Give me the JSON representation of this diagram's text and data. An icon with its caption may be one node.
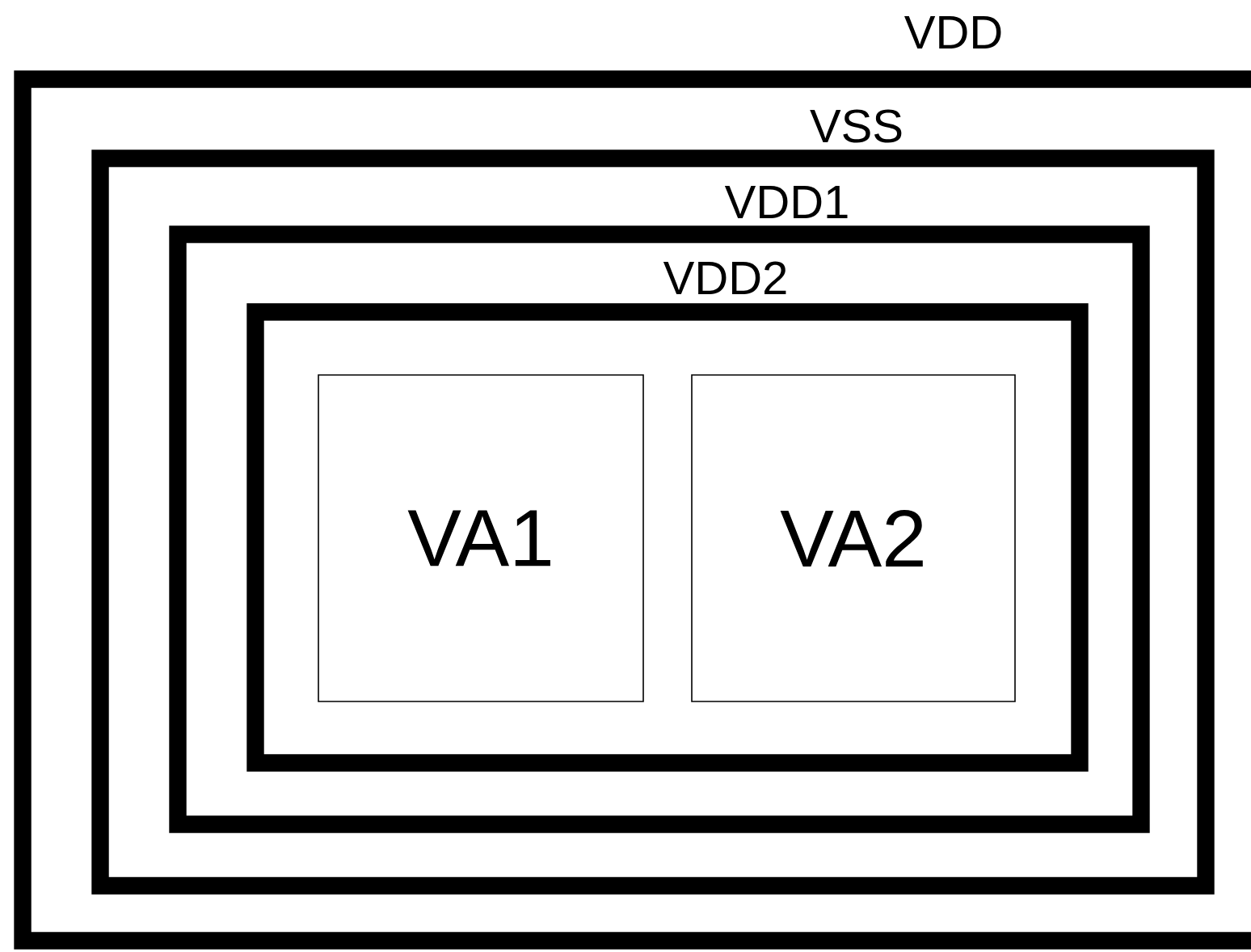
{
  "diagram": {
    "nodes": [
      {
        "text": [
          "VDD"
        ]
      },
      {
        "text": [
          "VSS"
        ],
        "in": 0
      },
      {
        "text": [
          "VDD1"
        ],
        "in": 1
      },
      {
        "text": [
          "VDD2"
        ],
        "in": 2
      },
      {
        "text": [
          "VA1"
        ],
        "in": 3
      },
      {
        "text": [
          "VA2"
        ],
        "in": 3
      }
    ]
  }
}
